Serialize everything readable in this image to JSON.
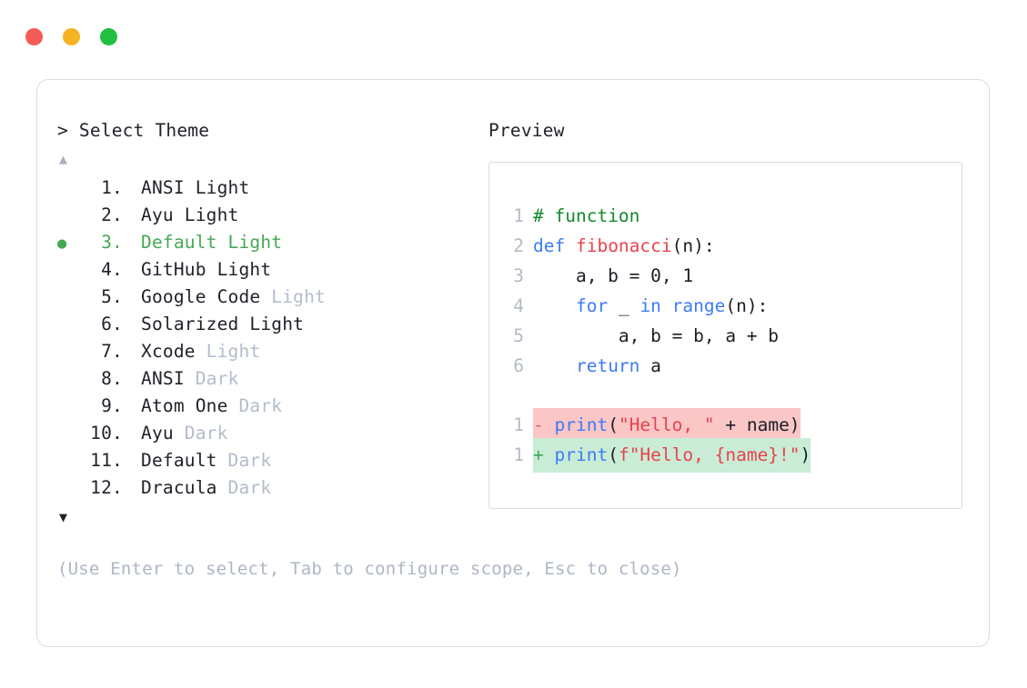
{
  "window": {
    "dots": [
      {
        "name": "close",
        "color": "#f25c54"
      },
      {
        "name": "minimize",
        "color": "#f5b324"
      },
      {
        "name": "maximize",
        "color": "#22be40"
      }
    ]
  },
  "picker": {
    "heading": "> Select Theme",
    "scroll_up_icon": "▲",
    "scroll_down_icon": "▼",
    "selected_index": 3,
    "selected_bullet": "●",
    "items": [
      {
        "index": "1.",
        "name": "ANSI",
        "tag": " Light",
        "tag_muted": false,
        "selected": false,
        "bullet": ""
      },
      {
        "index": "2.",
        "name": "Ayu",
        "tag": " Light",
        "tag_muted": false,
        "selected": false,
        "bullet": ""
      },
      {
        "index": "3.",
        "name": "Default",
        "tag": " Light",
        "tag_muted": false,
        "selected": true,
        "bullet": "●"
      },
      {
        "index": "4.",
        "name": "GitHub",
        "tag": " Light",
        "tag_muted": false,
        "selected": false,
        "bullet": ""
      },
      {
        "index": "5.",
        "name": "Google Code",
        "tag": " Light",
        "tag_muted": true,
        "selected": false,
        "bullet": ""
      },
      {
        "index": "6.",
        "name": "Solarized",
        "tag": " Light",
        "tag_muted": false,
        "selected": false,
        "bullet": ""
      },
      {
        "index": "7.",
        "name": "Xcode",
        "tag": " Light",
        "tag_muted": true,
        "selected": false,
        "bullet": ""
      },
      {
        "index": "8.",
        "name": "ANSI",
        "tag": " Dark",
        "tag_muted": true,
        "selected": false,
        "bullet": ""
      },
      {
        "index": "9.",
        "name": "Atom One",
        "tag": " Dark",
        "tag_muted": true,
        "selected": false,
        "bullet": ""
      },
      {
        "index": "10.",
        "name": "Ayu",
        "tag": " Dark",
        "tag_muted": true,
        "selected": false,
        "bullet": ""
      },
      {
        "index": "11.",
        "name": "Default",
        "tag": " Dark",
        "tag_muted": true,
        "selected": false,
        "bullet": ""
      },
      {
        "index": "12.",
        "name": "Dracula",
        "tag": " Dark",
        "tag_muted": true,
        "selected": false,
        "bullet": ""
      }
    ],
    "hint": "(Use Enter to select, Tab to configure scope, Esc to close)"
  },
  "preview": {
    "heading": "Preview",
    "code_lines": [
      {
        "no": "1",
        "tokens": [
          {
            "text": "# function",
            "cls": "tok-comment"
          }
        ]
      },
      {
        "no": "2",
        "tokens": [
          {
            "text": "def ",
            "cls": "tok-kw"
          },
          {
            "text": "fibonacci",
            "cls": "tok-fn"
          },
          {
            "text": "(n):",
            "cls": "tok-plain"
          }
        ]
      },
      {
        "no": "3",
        "tokens": [
          {
            "text": "    a, b = 0, 1",
            "cls": "tok-plain"
          }
        ]
      },
      {
        "no": "4",
        "tokens": [
          {
            "text": "    ",
            "cls": "tok-plain"
          },
          {
            "text": "for",
            "cls": "tok-kw"
          },
          {
            "text": " _ ",
            "cls": "tok-plain"
          },
          {
            "text": "in",
            "cls": "tok-kw"
          },
          {
            "text": " ",
            "cls": "tok-plain"
          },
          {
            "text": "range",
            "cls": "tok-kw"
          },
          {
            "text": "(n):",
            "cls": "tok-plain"
          }
        ]
      },
      {
        "no": "5",
        "tokens": [
          {
            "text": "        a, b = b, a + b",
            "cls": "tok-plain"
          }
        ]
      },
      {
        "no": "6",
        "tokens": [
          {
            "text": "    ",
            "cls": "tok-plain"
          },
          {
            "text": "return",
            "cls": "tok-kw"
          },
          {
            "text": " a",
            "cls": "tok-plain"
          }
        ]
      }
    ],
    "diff_lines": [
      {
        "no": "1",
        "kind": "del",
        "marker": "-",
        "tokens": [
          {
            "text": " ",
            "cls": "tok-plain"
          },
          {
            "text": "print",
            "cls": "tok-kw"
          },
          {
            "text": "(",
            "cls": "tok-plain"
          },
          {
            "text": "\"Hello, \"",
            "cls": "tok-str"
          },
          {
            "text": " + name)",
            "cls": "tok-plain"
          }
        ]
      },
      {
        "no": "1",
        "kind": "add",
        "marker": "+",
        "tokens": [
          {
            "text": " ",
            "cls": "tok-plain"
          },
          {
            "text": "print",
            "cls": "tok-kw"
          },
          {
            "text": "(",
            "cls": "tok-plain"
          },
          {
            "text": "f\"Hello, {name}!\"",
            "cls": "tok-str"
          },
          {
            "text": ")",
            "cls": "tok-plain"
          }
        ]
      }
    ]
  },
  "colors": {
    "accent_green": "#45a954",
    "muted_text": "#b4bccb",
    "hint_text": "#aeb6c6",
    "border": "#dadde3",
    "diff_del_bg": "#fac6c6",
    "diff_add_bg": "#c9ecd6",
    "keyword": "#3d7bf5",
    "string": "#e8434c",
    "comment": "#118a2c"
  }
}
